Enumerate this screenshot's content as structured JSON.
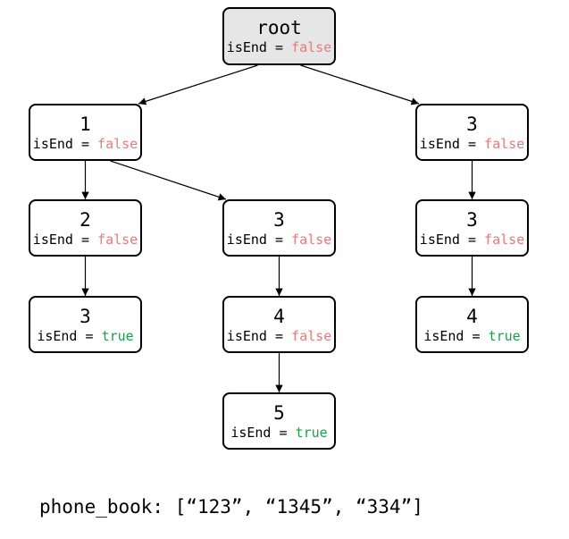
{
  "colors": {
    "false": "#f07878",
    "true": "#1aa24a",
    "root_fill": "#e6e6e6"
  },
  "nodes": {
    "root": {
      "value": "root",
      "label": "isEnd = ",
      "flag": "false"
    },
    "n1": {
      "value": "1",
      "label": "isEnd = ",
      "flag": "false"
    },
    "n3a": {
      "value": "3",
      "label": "isEnd = ",
      "flag": "false"
    },
    "n2": {
      "value": "2",
      "label": "isEnd = ",
      "flag": "false"
    },
    "n3b": {
      "value": "3",
      "label": "isEnd = ",
      "flag": "false"
    },
    "n3c": {
      "value": "3",
      "label": "isEnd = ",
      "flag": "false"
    },
    "n3d": {
      "value": "3",
      "label": "isEnd = ",
      "flag": "true"
    },
    "n4a": {
      "value": "4",
      "label": "isEnd = ",
      "flag": "false"
    },
    "n4b": {
      "value": "4",
      "label": "isEnd = ",
      "flag": "true"
    },
    "n5": {
      "value": "5",
      "label": "isEnd = ",
      "flag": "true"
    }
  },
  "edges": [
    [
      "root",
      "n1"
    ],
    [
      "root",
      "n3a"
    ],
    [
      "n1",
      "n2"
    ],
    [
      "n1",
      "n3b"
    ],
    [
      "n3a",
      "n3c"
    ],
    [
      "n2",
      "n3d"
    ],
    [
      "n3b",
      "n4a"
    ],
    [
      "n3c",
      "n4b"
    ],
    [
      "n4a",
      "n5"
    ]
  ],
  "caption": "phone_book: [“123”, “1345”, “334”]"
}
